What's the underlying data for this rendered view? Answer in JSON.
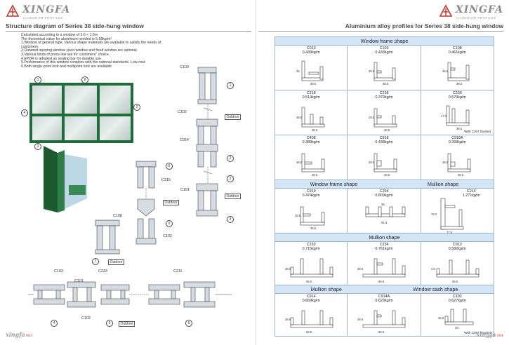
{
  "brand": {
    "name": "XINGFA",
    "subtitle": "ALUMINIUM PROFILES"
  },
  "left_page": {
    "title": "Structure diagram of Series 38 side-hung window",
    "notes": [
      "Calculated according to a window of 3.6 × 1.5m",
      "The theoretical value for aluminium needed is 5.58kg/m²",
      "1.Window of general type. Various shape materials are available to satisfy the needs of customers.",
      "2.Outward opening window, pivot window and fixed window are optional.",
      "3.Various kinds of press line are for customers'' choice.",
      "4.EPDR is adopted as sealing bar for durable use.",
      "5.Performance of this window complies with the national standards. Low cost.",
      "6.Both single-point lock and multipoint lock are available."
    ],
    "markers": [
      "1",
      "8",
      "4",
      "2",
      "3",
      "8",
      "9",
      "7",
      "1",
      "2",
      "2",
      "3",
      "4",
      "5",
      "6"
    ],
    "labels": {
      "c103": "C103",
      "c102": "C102",
      "c914": "C914",
      "c101": "C101",
      "c215": "C215",
      "c108": "C108",
      "c102b": "C102",
      "c103b": "C103",
      "c101b": "C101",
      "c233": "C233",
      "c211": "C211",
      "c102c": "C102"
    },
    "outdoor": "Outdoor",
    "footer_brand": "xingfa",
    "page_no": "083"
  },
  "right_page": {
    "title": "Aluminium alloy profiles for Series 38 side-hung window",
    "sections": {
      "window_frame": "Window frame shape",
      "window_frame_2": "Window frame shape",
      "mullion": "Mullion shape",
      "mullion_2": "Mullion shape",
      "mullion_3": "Mullion shape",
      "window_sash": "Window sash shape"
    },
    "profiles": {
      "c013": {
        "code": "C013",
        "weight": "0.439kg/m"
      },
      "c103": {
        "code": "C103",
        "weight": "0.433kg/m"
      },
      "c108": {
        "code": "C108",
        "weight": "0.461kg/m"
      },
      "c218": {
        "code": "C218",
        "weight": "0.514kg/m"
      },
      "c238": {
        "code": "C238",
        "weight": "0.379kg/m"
      },
      "c239": {
        "code": "C239",
        "weight": "0.579kg/m",
        "note": "With C207 bracket"
      },
      "c408": {
        "code": "C408",
        "weight": "0.389kg/m"
      },
      "c918": {
        "code": "C918",
        "weight": "0.438kg/m"
      },
      "c918a": {
        "code": "C918A",
        "weight": "0.393kg/m"
      },
      "c919": {
        "code": "C919",
        "weight": "0.474kg/m"
      },
      "c204": {
        "code": "C204",
        "weight": "0.809kg/m"
      },
      "c214": {
        "code": "C214",
        "weight": "1.271kg/m"
      },
      "c233": {
        "code": "C233",
        "weight": "0.715kg/m"
      },
      "c234": {
        "code": "C234",
        "weight": "0.761kg/m"
      },
      "c913": {
        "code": "C913",
        "weight": "0.582kg/m"
      },
      "c914": {
        "code": "C914",
        "weight": "0.669kg/m"
      },
      "c914a": {
        "code": "C914A",
        "weight": "0.629kg/m"
      },
      "c102": {
        "code": "C102",
        "weight": "0.627kg/m",
        "note": "With C097 bracket"
      }
    },
    "footer_brand": "xingfa",
    "page_no": "084"
  }
}
